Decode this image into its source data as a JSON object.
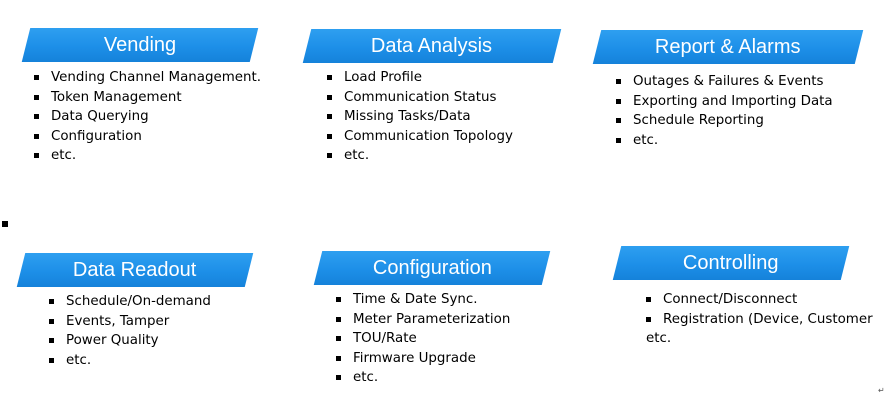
{
  "sections": [
    {
      "title": "Vending",
      "items": [
        "Vending Channel  Management.",
        "Token Management",
        "Data Querying",
        "Configuration",
        "etc."
      ]
    },
    {
      "title": "Data Analysis",
      "items": [
        "Load Profile",
        "Communication Status",
        "Missing Tasks/Data",
        "Communication Topology",
        "etc."
      ]
    },
    {
      "title": "Report & Alarms",
      "items": [
        "Outages & Failures & Events",
        "Exporting and Importing Data",
        "Schedule Reporting",
        "etc."
      ]
    },
    {
      "title": "Data Readout",
      "items": [
        "Schedule/On-demand",
        "Events, Tamper",
        "Power Quality",
        "etc."
      ]
    },
    {
      "title": "Configuration",
      "items": [
        "Time & Date Sync.",
        "Meter Parameterization",
        "TOU/Rate",
        "Firmware Upgrade",
        "etc."
      ]
    },
    {
      "title": "Controlling",
      "items": [
        "Connect/Disconnect",
        "Registration (Device, Customer",
        "etc."
      ]
    }
  ],
  "footer_mark": "↵",
  "colors": {
    "banner": "#1d8fe8",
    "banner_text": "#ffffff"
  }
}
